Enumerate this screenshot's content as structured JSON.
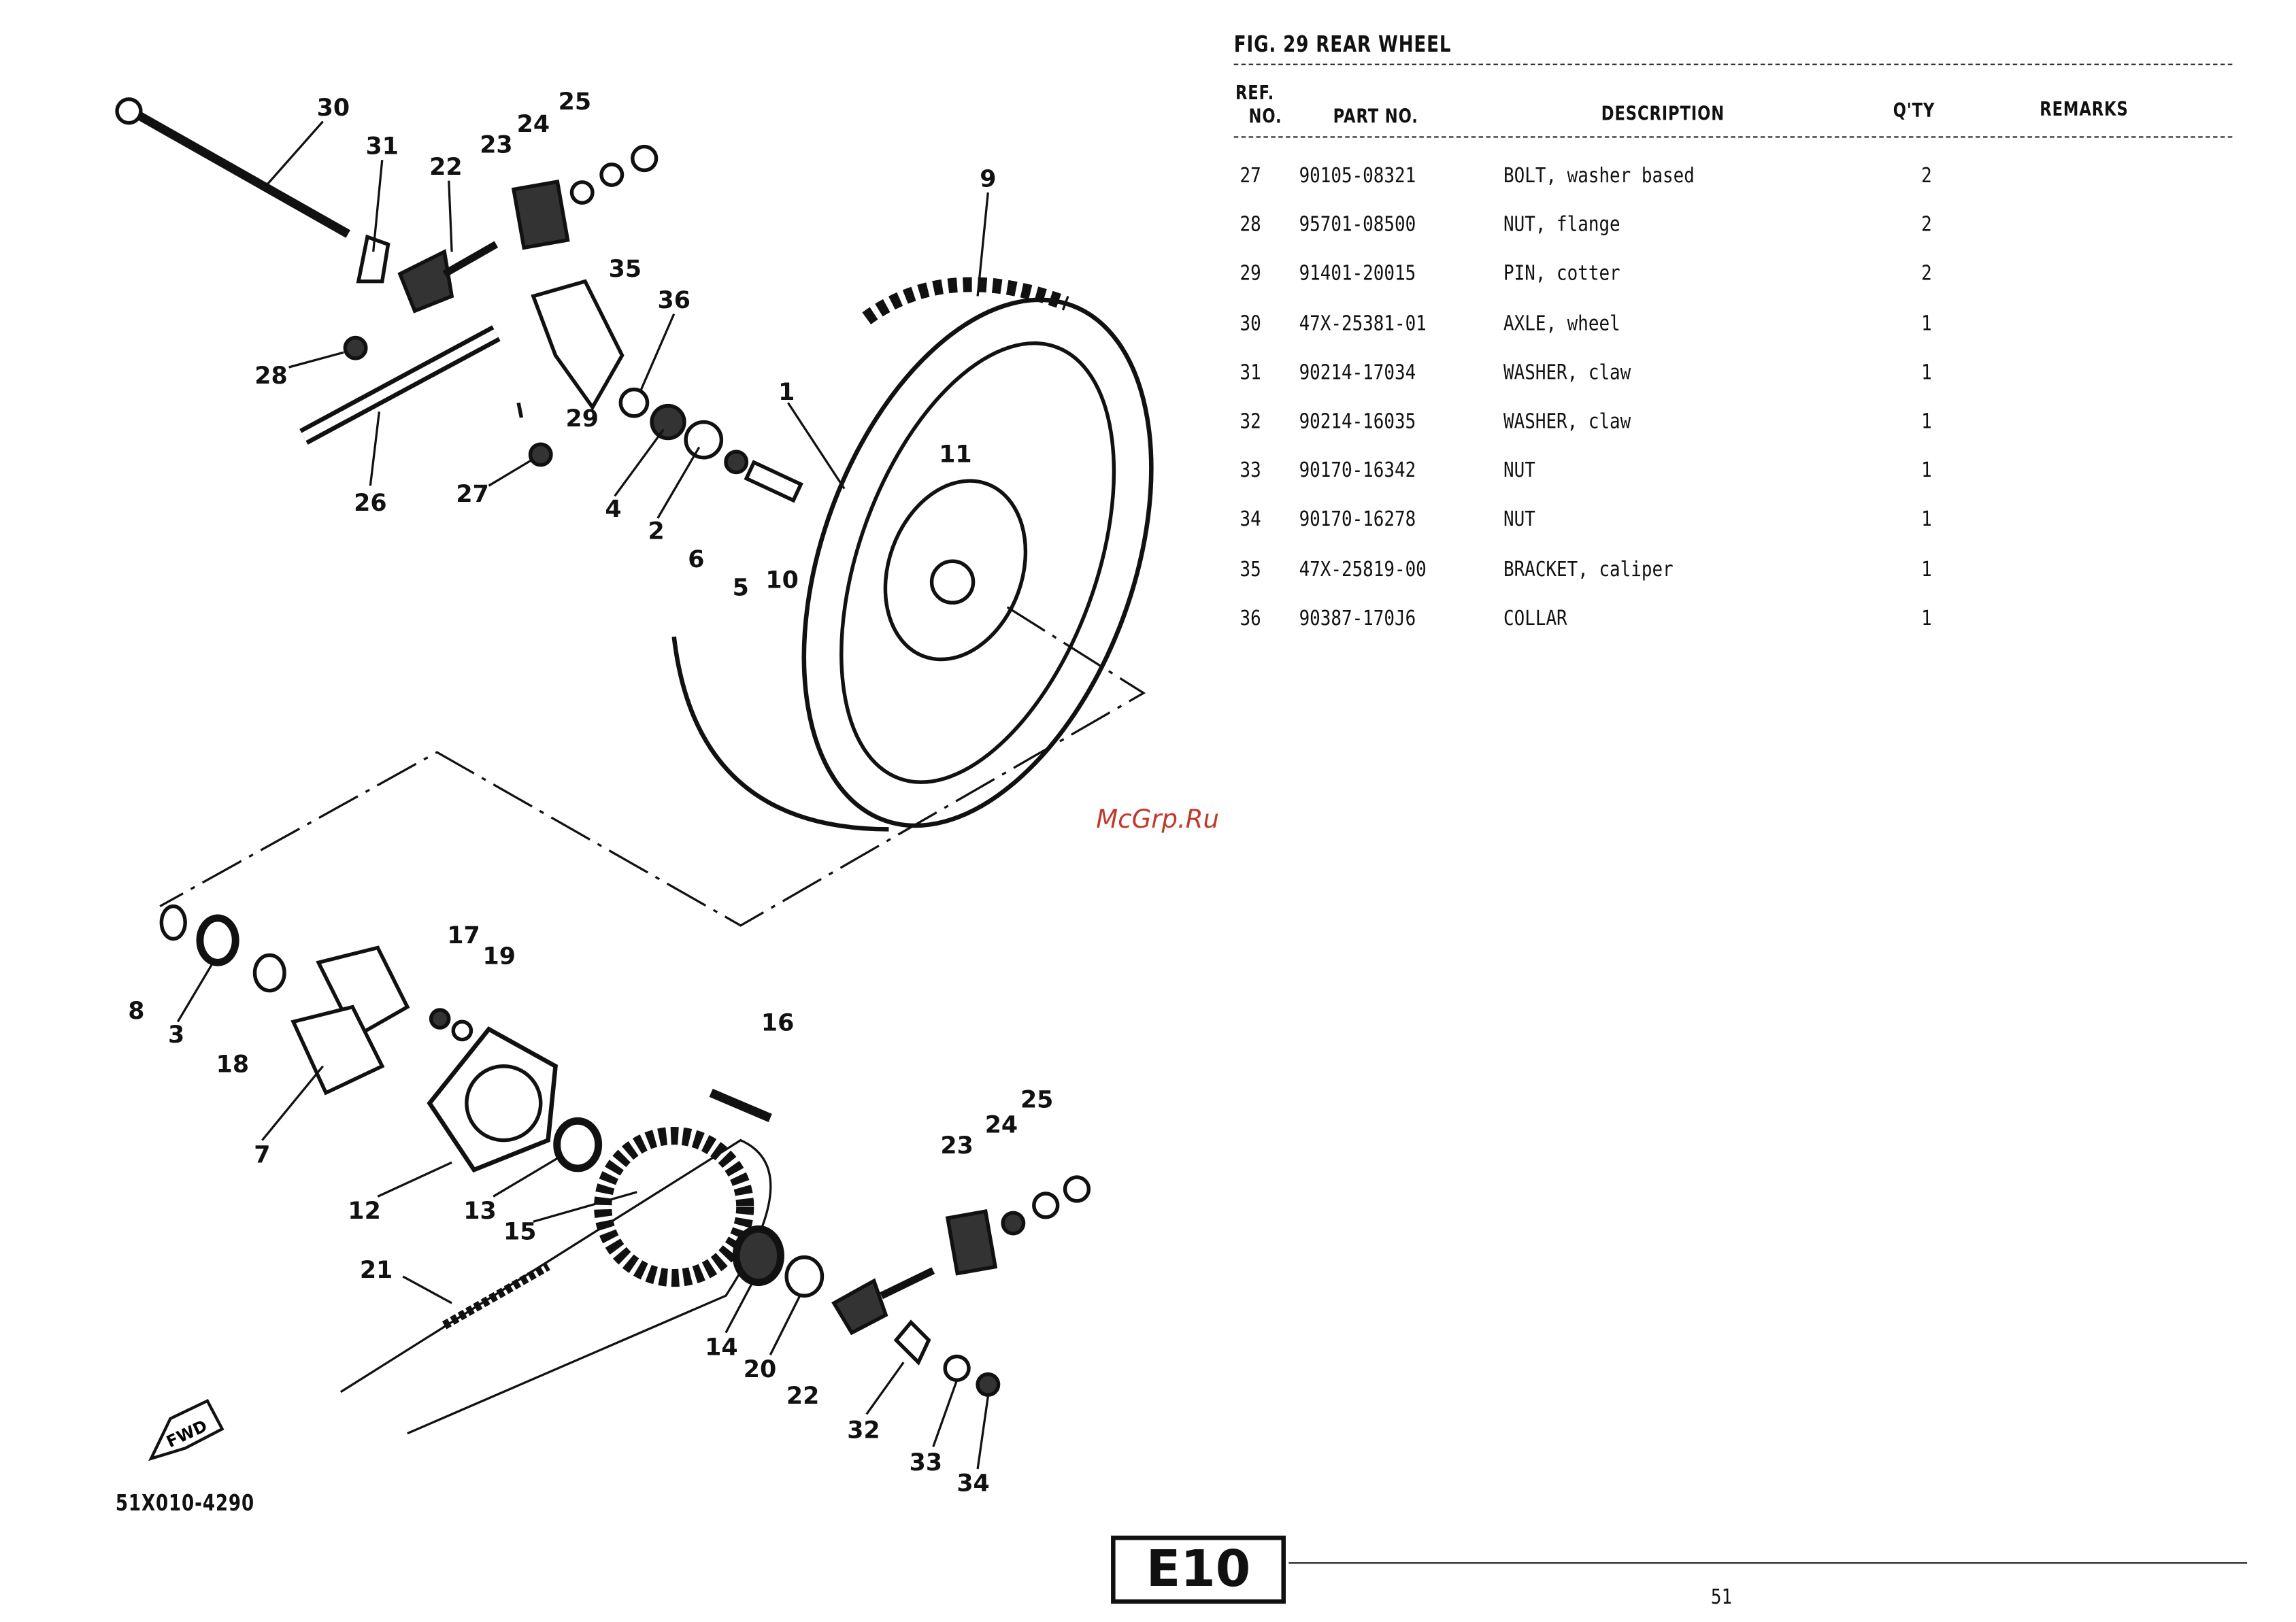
{
  "figure": {
    "title": "FIG. 29  REAR WHEEL",
    "code": "51X010-4290",
    "arrow_label": "FWD"
  },
  "table": {
    "headers": {
      "ref_top": "REF.",
      "ref_bottom": "NO.",
      "part_no": "PART NO.",
      "description": "DESCRIPTION",
      "qty": "Q'TY",
      "remarks": "REMARKS"
    },
    "rows": [
      {
        "ref": "27",
        "part_no": "90105-08321",
        "description": "BOLT, washer based",
        "qty": "2"
      },
      {
        "ref": "28",
        "part_no": "95701-08500",
        "description": "NUT, flange",
        "qty": "2"
      },
      {
        "ref": "29",
        "part_no": "91401-20015",
        "description": "PIN, cotter",
        "qty": "2"
      },
      {
        "ref": "30",
        "part_no": "47X-25381-01",
        "description": "AXLE, wheel",
        "qty": "1"
      },
      {
        "ref": "31",
        "part_no": "90214-17034",
        "description": "WASHER, claw",
        "qty": "1"
      },
      {
        "ref": "32",
        "part_no": "90214-16035",
        "description": "WASHER, claw",
        "qty": "1"
      },
      {
        "ref": "33",
        "part_no": "90170-16342",
        "description": "NUT",
        "qty": "1"
      },
      {
        "ref": "34",
        "part_no": "90170-16278",
        "description": "NUT",
        "qty": "1"
      },
      {
        "ref": "35",
        "part_no": "47X-25819-00",
        "description": "BRACKET, caliper",
        "qty": "1"
      },
      {
        "ref": "36",
        "part_no": "90387-170J6",
        "description": "COLLAR",
        "qty": "1"
      }
    ]
  },
  "callouts": [
    "30",
    "31",
    "22",
    "23",
    "24",
    "25",
    "9",
    "35",
    "36",
    "28",
    "29",
    "26",
    "27",
    "4",
    "2",
    "6",
    "5",
    "10",
    "1",
    "11",
    "17",
    "19",
    "16",
    "8",
    "3",
    "18",
    "7",
    "12",
    "13",
    "15",
    "25",
    "24",
    "23",
    "21",
    "14",
    "20",
    "22",
    "32",
    "33",
    "34"
  ],
  "watermark": "McGrp.Ru",
  "section_tab": "E10",
  "page_number": "51"
}
